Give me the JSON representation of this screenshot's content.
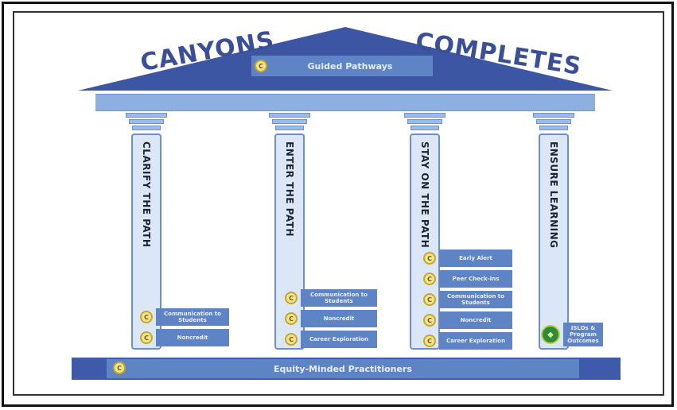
{
  "brand": {
    "left": "CANYONS",
    "right": "COMPLETES"
  },
  "roof_banner": "Guided Pathways",
  "pillars": [
    {
      "name": "CLARIFY THE PATH",
      "items": [
        "Communication to Students",
        "Noncredit"
      ]
    },
    {
      "name": "ENTER THE PATH",
      "items": [
        "Communication to Students",
        "Noncredit",
        "Career Exploration"
      ]
    },
    {
      "name": "STAY ON THE PATH",
      "items": [
        "Early Alert",
        "Peer Check-Ins",
        "Communication to Students",
        "Noncredit",
        "Career Exploration"
      ]
    },
    {
      "name": "ENSURE LEARNING",
      "items": [
        "ISLOs & Program Outcomes"
      ]
    }
  ],
  "foundation": "Equity-Minded Practitioners",
  "colors": {
    "roof": "#3d56a3",
    "banner": "#5e84c6",
    "brand_text": "#3a4f96",
    "pillar_fill": "#dbe7f7",
    "icon": "#f1e48e"
  },
  "icons": {
    "item": "gold-badge-icon",
    "ensure": "green-diamond-badge-icon"
  }
}
